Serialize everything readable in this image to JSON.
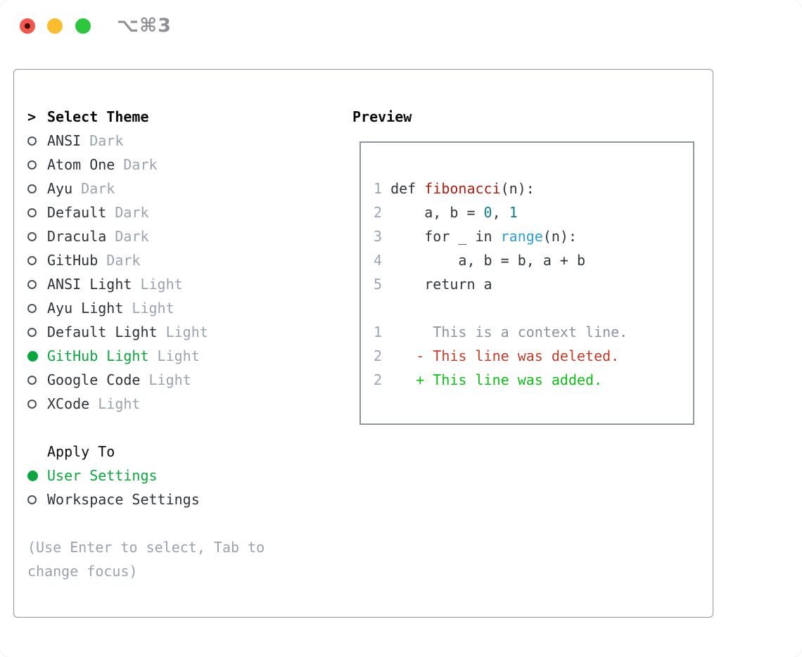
{
  "window": {
    "title": "⌥⌘3"
  },
  "colors": {
    "selection_green": "#0ca63f",
    "diff_added_green": "#0fbe17",
    "diff_deleted_red": "#c43b28",
    "function_red": "#ac1c0f",
    "number_teal": "#0c7d85",
    "builtin_blue": "#2b9fd6",
    "muted_gray": "#9aa3af",
    "panel_border": "#8d95a1",
    "traffic_red": "#f4564d",
    "traffic_yellow": "#fbbc2e",
    "traffic_green": "#2cc73d"
  },
  "theme_picker": {
    "prompt": ">",
    "title": "Select Theme",
    "themes": [
      {
        "name": "ANSI",
        "variant": "Dark",
        "selected": false
      },
      {
        "name": "Atom One",
        "variant": "Dark",
        "selected": false
      },
      {
        "name": "Ayu",
        "variant": "Dark",
        "selected": false
      },
      {
        "name": "Default",
        "variant": "Dark",
        "selected": false
      },
      {
        "name": "Dracula",
        "variant": "Dark",
        "selected": false
      },
      {
        "name": "GitHub",
        "variant": "Dark",
        "selected": false
      },
      {
        "name": "ANSI Light",
        "variant": "Light",
        "selected": false
      },
      {
        "name": "Ayu Light",
        "variant": "Light",
        "selected": false
      },
      {
        "name": "Default Light",
        "variant": "Light",
        "selected": false
      },
      {
        "name": "GitHub Light",
        "variant": "Light",
        "selected": true
      },
      {
        "name": "Google Code",
        "variant": "Light",
        "selected": false
      },
      {
        "name": "XCode",
        "variant": "Light",
        "selected": false
      }
    ],
    "apply_to": {
      "title": "Apply To",
      "options": [
        {
          "label": "User Settings",
          "selected": true
        },
        {
          "label": "Workspace Settings",
          "selected": false
        }
      ]
    },
    "help": "(Use Enter to select, Tab to change focus)"
  },
  "preview": {
    "title": "Preview",
    "lines": [
      {
        "kind": "code",
        "segments": [
          {
            "text": "1",
            "cls": "ln"
          },
          {
            "text": " def ",
            "cls": "default"
          },
          {
            "text": "fibonacci",
            "cls": "function"
          },
          {
            "text": "(n):",
            "cls": "default"
          }
        ]
      },
      {
        "kind": "code",
        "segments": [
          {
            "text": "2",
            "cls": "ln"
          },
          {
            "text": "     a, b = ",
            "cls": "default"
          },
          {
            "text": "0",
            "cls": "number"
          },
          {
            "text": ", ",
            "cls": "default"
          },
          {
            "text": "1",
            "cls": "number"
          }
        ]
      },
      {
        "kind": "code",
        "segments": [
          {
            "text": "3",
            "cls": "ln"
          },
          {
            "text": "     for _ in ",
            "cls": "default"
          },
          {
            "text": "range",
            "cls": "builtin"
          },
          {
            "text": "(n):",
            "cls": "default"
          }
        ]
      },
      {
        "kind": "code",
        "segments": [
          {
            "text": "4",
            "cls": "ln"
          },
          {
            "text": "         a, b = b, a + b",
            "cls": "default"
          }
        ]
      },
      {
        "kind": "code",
        "segments": [
          {
            "text": "5",
            "cls": "ln"
          },
          {
            "text": "     return a",
            "cls": "default"
          }
        ]
      },
      {
        "kind": "blank",
        "segments": []
      },
      {
        "kind": "diff-context",
        "segments": [
          {
            "text": "1",
            "cls": "ln"
          },
          {
            "text": "      This is a context line.",
            "cls": "context"
          }
        ]
      },
      {
        "kind": "diff-deleted",
        "segments": [
          {
            "text": "2",
            "cls": "ln"
          },
          {
            "text": "    - This line was deleted.",
            "cls": "deleted"
          }
        ]
      },
      {
        "kind": "diff-added",
        "segments": [
          {
            "text": "2",
            "cls": "ln"
          },
          {
            "text": "    + This line was added.",
            "cls": "added"
          }
        ]
      }
    ]
  }
}
